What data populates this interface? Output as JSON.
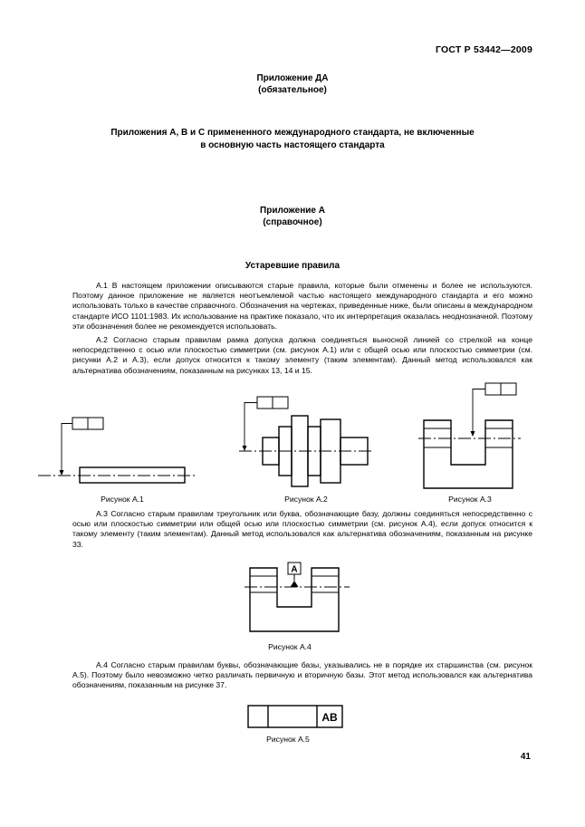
{
  "header": {
    "standard": "ГОСТ Р 53442—2009"
  },
  "appendix_da": {
    "title": "Приложение ДА",
    "status": "(обязательное)",
    "heading_line1": "Приложения А, В и С примененного международного стандарта, не включенные",
    "heading_line2": "в основную часть настоящего стандарта"
  },
  "appendix_a": {
    "title": "Приложение А",
    "status": "(справочное)",
    "section_title": "Устаревшие правила"
  },
  "paragraphs": {
    "a1": "А.1 В настоящем приложении описываются старые правила, которые были отменены и более не используются. Поэтому данное приложение не является неотъемлемой частью настоящего международного стандарта и его можно использовать только в качестве справочного. Обозначения на чертежах, приведенные ниже, были описаны в международном стандарте ИСО 1101:1983. Их использование на практике показало, что их интерпретация оказалась неоднозначной. Поэтому эти обозначения более не рекомендуется использовать.",
    "a2": "А.2 Согласно старым правилам рамка допуска должна соединяться выносной линией со стрелкой на конце непосредственно с осью или плоскостью симметрии (см. рисунок А.1) или с общей осью или плоскостью симметрии (см. рисунки А.2 и А.3), если допуск относится к такому элементу (таким элементам). Данный метод использовался как альтернатива обозначениям, показанным на рисунках 13, 14 и 15.",
    "a3": "А.3 Согласно старым правилам треугольник или буква, обозначающие базу, должны соединяться непосредственно с осью или плоскостью симметрии или общей осью или плоскостью симметрии (см. рисунок А.4), если допуск относится к такому элементу (таким элементам). Данный метод использовался как альтернатива обозначениям, показанным на рисунке 33.",
    "a4": "А.4 Согласно старым правилам буквы, обозначающие базы, указывались не в порядке их старшинства (см. рисунок А.5). Поэтому было невозможно четко различать первичную и вторичную базы. Этот метод использовался как альтернатива обозначениям, показанным на рисунке 37."
  },
  "figures": {
    "a1_caption": "Рисунок А.1",
    "a2_caption": "Рисунок А.2",
    "a3_caption": "Рисунок А.3",
    "a4_caption": "Рисунок А.4",
    "a4_datum_letter": "A",
    "a5_caption": "Рисунок А.5",
    "a5_datum_letters": "AB"
  },
  "footer": {
    "page_number": "41"
  }
}
